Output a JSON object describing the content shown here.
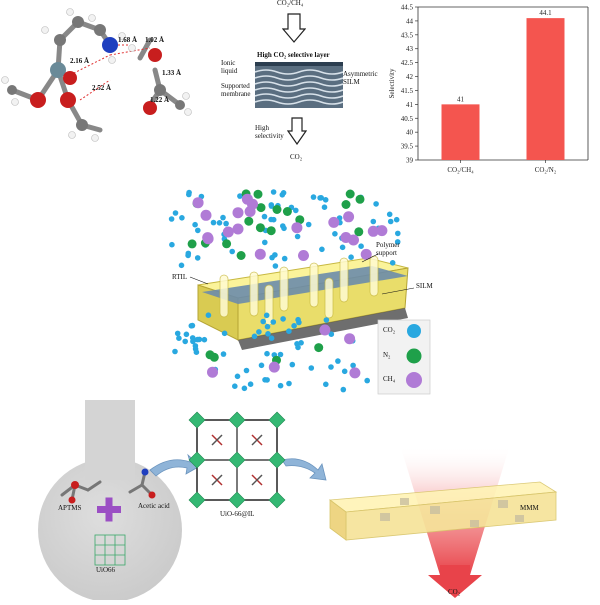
{
  "molecule": {
    "distances": [
      "1.68 Å",
      "1.02 Å",
      "2.16 Å",
      "1.33 Å",
      "2.52 Å",
      "1.22 Å"
    ]
  },
  "membrane": {
    "top_feed": "CO₂/CH₄",
    "selective_layer": "High CO₂ selective layer",
    "ionic_liquid": "Ionic\nliquid",
    "supported_membrane": "Supported\nmembrane",
    "asymmetric_silm": "Asymmetric\nSILM",
    "high_selectivity": "High\nselectivity",
    "product": "CO₂"
  },
  "chart_data": {
    "type": "bar",
    "categories": [
      "CO₂/CH₄",
      "CO₂/N₂"
    ],
    "values": [
      41,
      44.1
    ],
    "value_labels": [
      "41",
      "44.1"
    ],
    "ylabel": "Selectivity",
    "ylim": [
      39,
      44.5
    ],
    "yticks": [
      "39",
      "39.5",
      "40",
      "40.5",
      "41",
      "41.5",
      "42",
      "42.5",
      "43",
      "43.5",
      "44",
      "44.5"
    ],
    "color": "#f4554f"
  },
  "silm_diagram": {
    "polymer_support": "Polymer\nsupport",
    "rtil": "RTIL",
    "silm": "SILM",
    "legend": [
      "CO₂",
      "N₂",
      "CH₄"
    ],
    "colors": {
      "co2": "#29a8e0",
      "n2": "#1fa04a",
      "ch4": "#b07bd6"
    }
  },
  "mmm_diagram": {
    "aptms": "APTMS",
    "acetic_acid": "Acetic acid",
    "uio66": "UiO66",
    "uio66_il": "UiO-66@IL",
    "mmm": "MMM",
    "co2": "CO₂",
    "colors": {
      "flask": "#d4d4d4",
      "arrow": "#8fb4d8",
      "plus": "#9b4fc4",
      "beam": "#e8434a"
    }
  }
}
